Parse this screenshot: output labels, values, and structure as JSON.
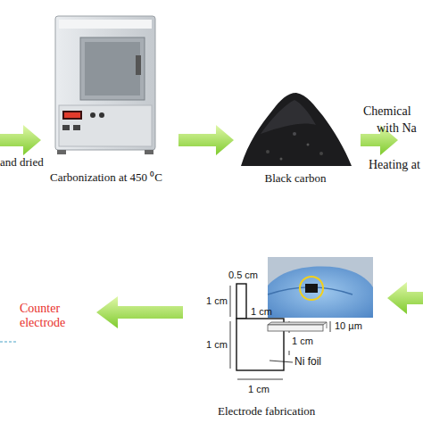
{
  "diagram": {
    "nodes": [
      {
        "text": [
          "Carbonization at 450 ⁰C"
        ]
      },
      {
        "text": [
          "Black carbon"
        ]
      }
    ],
    "edges": [
      {
        "from": 0,
        "to": 1,
        "arrow": "to"
      }
    ],
    "labels": [
      "and dried",
      "Chemical",
      "with Na",
      "Heating at",
      "Counter electrode",
      "0.5 cm",
      "1 cm",
      "1 cm",
      "1 cm",
      "Ni foil",
      "1 cm",
      "1 cm",
      "10 µm",
      "Electrode fabrication"
    ]
  }
}
